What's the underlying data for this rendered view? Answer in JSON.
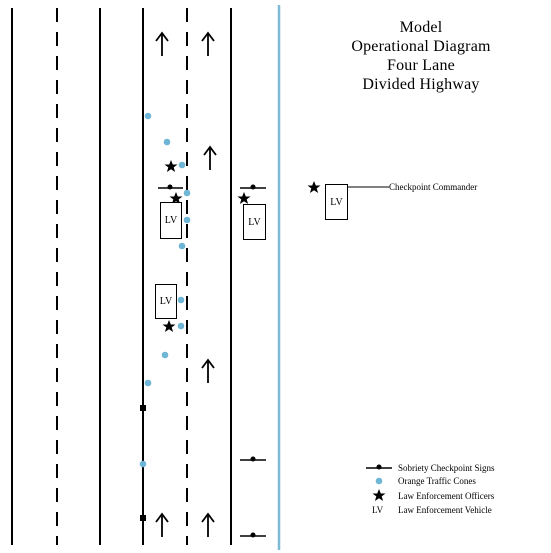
{
  "title": {
    "lines": [
      "Model",
      "Operational Diagram",
      "Four Lane",
      "Divided Highway"
    ]
  },
  "lv_label": "LV",
  "commander_label": "Checkpoint Commander",
  "legend": {
    "signs": "Sobriety Checkpoint Signs",
    "cones": "Orange Traffic Cones",
    "officers": "Law Enforcement Officers",
    "vehicle_symbol": "LV",
    "vehicle": "Law Enforcement Vehicle"
  },
  "colors": {
    "cone": "#6fb6d6",
    "median_line": "#7dbad6",
    "ink": "#000000"
  }
}
